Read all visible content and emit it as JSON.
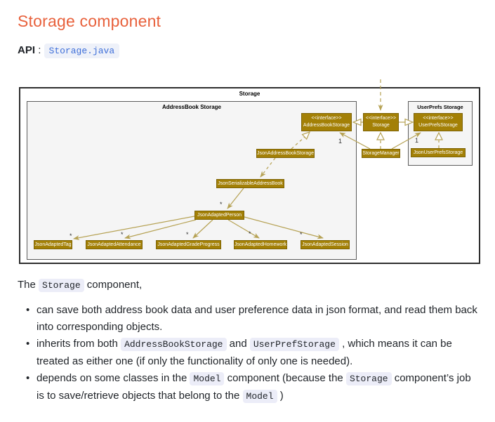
{
  "page": {
    "title": "Storage component",
    "api": {
      "label": "API",
      "separator": ":",
      "link": "Storage.java"
    }
  },
  "colors": {
    "heading": "#E8613C",
    "api_link": "#3E6FD9",
    "code_bg": "#ECEDF8",
    "uml_node_fill": "#A38006",
    "uml_node_border": "#7d6305",
    "uml_arrow": "#B6A254",
    "package_fill": "#F5F5F5"
  },
  "diagram": {
    "outer_package": "Storage",
    "packages": {
      "addressbook": "AddressBook Storage",
      "userprefs": "UserPrefs Storage"
    },
    "nodes": {
      "storage_if": {
        "stereotype": "<<interface>>",
        "name": "Storage"
      },
      "addressbook_storage_if": {
        "stereotype": "<<interface>>",
        "name": "AddressBookStorage"
      },
      "userprefs_storage_if": {
        "stereotype": "<<interface>>",
        "name": "UserPrefsStorage"
      },
      "storage_manager": "StorageManager",
      "json_addressbook_storage": "JsonAddressBookStorage",
      "json_userprefs_storage": "JsonUserPrefsStorage",
      "json_serializable_addressbook": "JsonSerializableAddressBook",
      "json_adapted_person": "JsonAdaptedPerson",
      "json_adapted_tag": "JsonAdaptedTag",
      "json_adapted_attendance": "JsonAdaptedAttendance",
      "json_adapted_gradeprogress": "JsonAdaptedGradeProgress",
      "json_adapted_homework": "JsonAdaptedHomework",
      "json_adapted_session": "JsonAdaptedSession"
    },
    "multiplicities": {
      "one_ab": "1",
      "one_up": "1",
      "star_person": "*",
      "star_tag": "*",
      "star_attendance": "*",
      "star_gradeprogress": "*",
      "star_homework": "*",
      "star_session": "*"
    }
  },
  "content": {
    "intro_segments": [
      {
        "t": "text",
        "v": "The "
      },
      {
        "t": "code",
        "v": "Storage"
      },
      {
        "t": "text",
        "v": " component,"
      }
    ],
    "bullets": [
      {
        "segments": [
          {
            "t": "text",
            "v": "can save both address book data and user preference data in json format, and read them back into corresponding objects."
          }
        ]
      },
      {
        "segments": [
          {
            "t": "text",
            "v": "inherits from both "
          },
          {
            "t": "code",
            "v": "AddressBookStorage"
          },
          {
            "t": "text",
            "v": " and "
          },
          {
            "t": "code",
            "v": "UserPrefStorage"
          },
          {
            "t": "text",
            "v": " , which means it can be treated as either one (if only the functionality of only one is needed)."
          }
        ]
      },
      {
        "segments": [
          {
            "t": "text",
            "v": "depends on some classes in the "
          },
          {
            "t": "code",
            "v": "Model"
          },
          {
            "t": "text",
            "v": " component (because the "
          },
          {
            "t": "code",
            "v": "Storage"
          },
          {
            "t": "text",
            "v": " component’s job is to save/retrieve objects that belong to the "
          },
          {
            "t": "code",
            "v": "Model"
          },
          {
            "t": "text",
            "v": " )"
          }
        ]
      }
    ]
  }
}
